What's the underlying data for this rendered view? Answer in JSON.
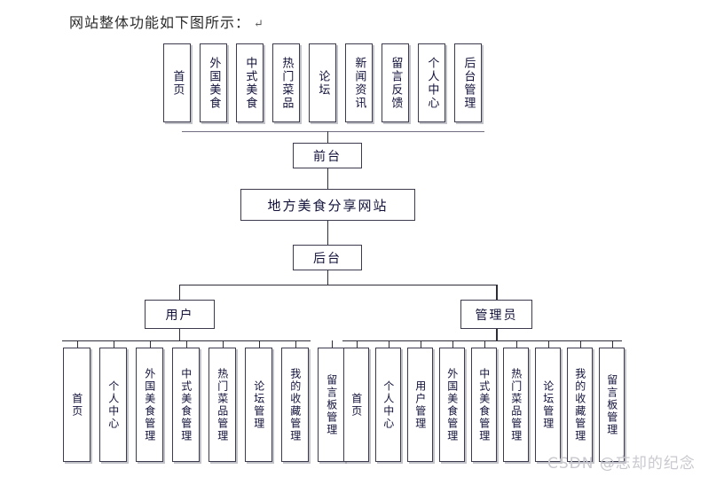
{
  "caption": {
    "text": "网站整体功能如下图所示：",
    "pilcrow": "↵"
  },
  "diagram": {
    "root": "地方美食分享网站",
    "frontend_node": "前台",
    "backend_node": "后台",
    "user_node": "用户",
    "admin_node": "管理员",
    "frontend_items": [
      "首页",
      "外国美食",
      "中式美食",
      "热门菜品",
      "论坛",
      "新闻资讯",
      "留言反馈",
      "个人中心",
      "后台管理"
    ],
    "user_items": [
      "首页",
      "个人中心",
      "外国美食管理",
      "中式美食管理",
      "热门菜品管理",
      "论坛管理",
      "我的收藏管理",
      "留言板管理"
    ],
    "admin_items": [
      "首页",
      "个人中心",
      "用户管理",
      "外国美食管理",
      "中式美食管理",
      "热门菜品管理",
      "论坛管理",
      "我的收藏管理",
      "留言板管理"
    ]
  },
  "watermark": {
    "text": "CSDN @忘却的纪念"
  },
  "colors": {
    "box_border": "#3b3b4d",
    "line": "#2d2d3a",
    "text": "#11113a",
    "watermark": "#c9c9cf",
    "background": "#ffffff"
  }
}
